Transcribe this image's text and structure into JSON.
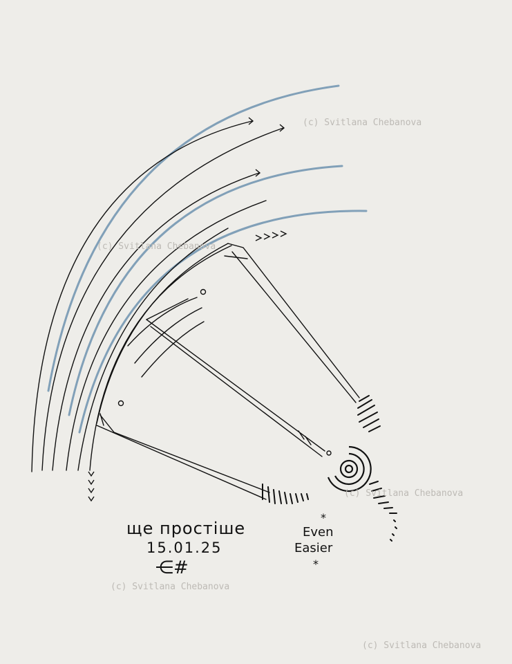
{
  "drawing": {
    "title_ua": "ще простіше",
    "date": "15.01.25",
    "title_en_line1": "Even",
    "title_en_line2": "Easier",
    "signature": "⋲#",
    "star": "*"
  },
  "watermark": "(c) Svitlana Chebanova",
  "colors": {
    "paper": "#eeede9",
    "ink": "#111111",
    "pencil_blue": "#6f93b0",
    "watermark": "#bdbab5"
  }
}
